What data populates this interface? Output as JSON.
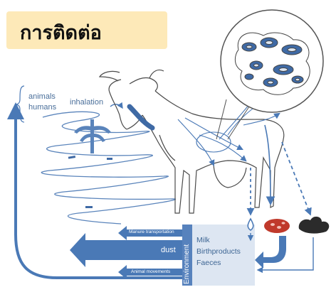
{
  "title": "การติดต่อ",
  "labels": {
    "animals": "animals",
    "humans": "humans",
    "inhalation": "inhalation",
    "dust": "dust",
    "environment": "Environment",
    "milk": "Milk",
    "birthproducts": "Birthproducts",
    "faeces": "Faeces",
    "manure_transportation": "Manure transportation",
    "animal_movements": "Animal movements"
  },
  "colors": {
    "accent_blue": "#4a79b6",
    "title_bg": "#fde9b8",
    "placenta_red": "#c0392b",
    "faeces_dark": "#2b2b2b"
  }
}
